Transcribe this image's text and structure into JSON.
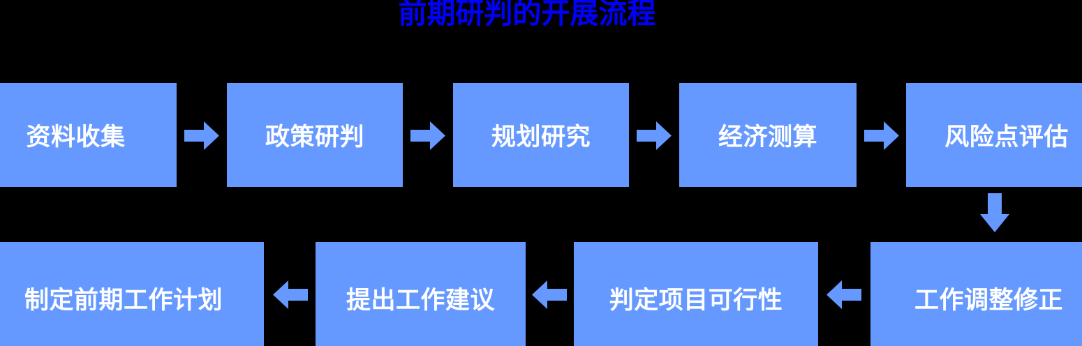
{
  "title": "前期研判的开展流程",
  "colors": {
    "background": "#000000",
    "title_text": "#0000ff",
    "node_fill": "#6699ff",
    "node_text": "#ffffff",
    "arrow_fill": "#6699ff"
  },
  "flow": {
    "top_row": [
      {
        "label": "资料收集"
      },
      {
        "label": "政策研判"
      },
      {
        "label": "规划研究"
      },
      {
        "label": "经济测算"
      },
      {
        "label": "风险点评估"
      }
    ],
    "bottom_row": [
      {
        "label": "工作调整修正"
      },
      {
        "label": "判定项目可行性"
      },
      {
        "label": "提出工作建议"
      },
      {
        "label": "制定前期工作计划"
      }
    ],
    "connectors": [
      {
        "name": "arrow-right-1",
        "direction": "right"
      },
      {
        "name": "arrow-right-2",
        "direction": "right"
      },
      {
        "name": "arrow-right-3",
        "direction": "right"
      },
      {
        "name": "arrow-right-4",
        "direction": "right"
      },
      {
        "name": "arrow-down-1",
        "direction": "down"
      },
      {
        "name": "arrow-left-1",
        "direction": "left"
      },
      {
        "name": "arrow-left-2",
        "direction": "left"
      },
      {
        "name": "arrow-left-3",
        "direction": "left"
      }
    ]
  }
}
